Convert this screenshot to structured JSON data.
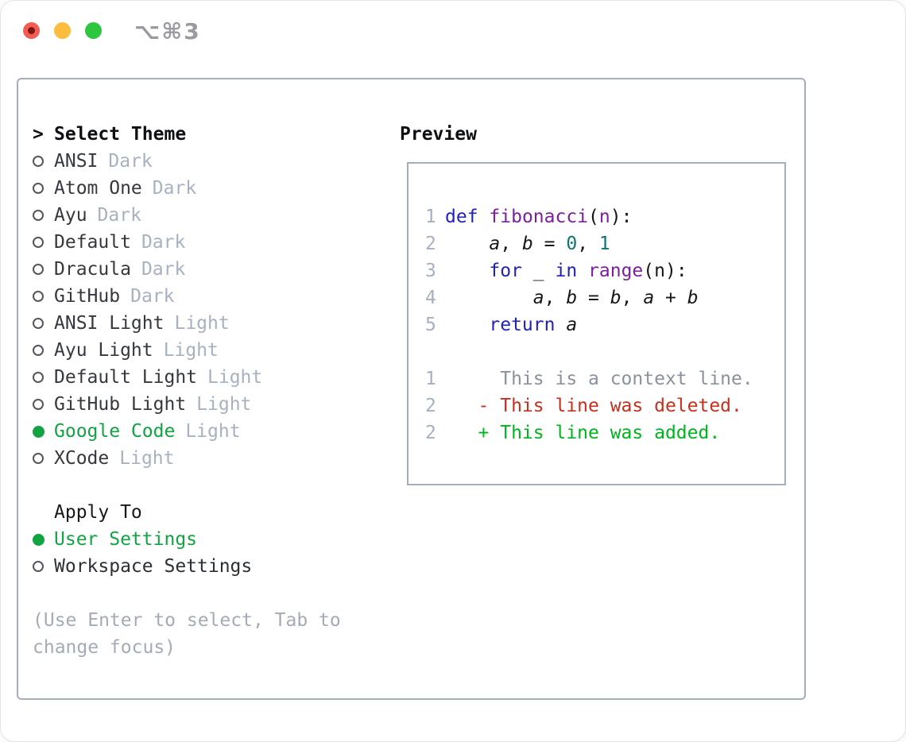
{
  "window": {
    "shortcut_label": "⌥⌘3",
    "traffic_lights": [
      "close",
      "minimize",
      "zoom"
    ]
  },
  "theme_picker": {
    "title": "Select Theme",
    "title_prefix": ">",
    "items": [
      {
        "label": "ANSI",
        "variant": "Dark",
        "selected": false
      },
      {
        "label": "Atom One",
        "variant": "Dark",
        "selected": false
      },
      {
        "label": "Ayu",
        "variant": "Dark",
        "selected": false
      },
      {
        "label": "Default",
        "variant": "Dark",
        "selected": false
      },
      {
        "label": "Dracula",
        "variant": "Dark",
        "selected": false
      },
      {
        "label": "GitHub",
        "variant": "Dark",
        "selected": false
      },
      {
        "label": "ANSI Light",
        "variant": "Light",
        "selected": false
      },
      {
        "label": "Ayu Light",
        "variant": "Light",
        "selected": false
      },
      {
        "label": "Default Light",
        "variant": "Light",
        "selected": false
      },
      {
        "label": "GitHub Light",
        "variant": "Light",
        "selected": false
      },
      {
        "label": "Google Code",
        "variant": "Light",
        "selected": true
      },
      {
        "label": "XCode",
        "variant": "Light",
        "selected": false
      }
    ],
    "apply_to": {
      "title": "Apply To",
      "options": [
        {
          "label": "User Settings",
          "selected": true
        },
        {
          "label": "Workspace Settings",
          "selected": false
        }
      ]
    },
    "hint": "(Use Enter to select, Tab to change focus)"
  },
  "preview": {
    "title": "Preview",
    "lines": [
      {
        "num": "1",
        "tokens": [
          {
            "t": "def",
            "c": "kw"
          },
          {
            "t": " ",
            "c": "plain"
          },
          {
            "t": "fibonacci",
            "c": "fn"
          },
          {
            "t": "(",
            "c": "plain"
          },
          {
            "t": "n",
            "c": "fn"
          },
          {
            "t": "):",
            "c": "plain"
          }
        ]
      },
      {
        "num": "2",
        "tokens": [
          {
            "t": "    ",
            "c": "plain"
          },
          {
            "t": "a",
            "c": "var"
          },
          {
            "t": ", ",
            "c": "plain"
          },
          {
            "t": "b",
            "c": "var"
          },
          {
            "t": " = ",
            "c": "plain"
          },
          {
            "t": "0",
            "c": "lit"
          },
          {
            "t": ", ",
            "c": "plain"
          },
          {
            "t": "1",
            "c": "lit"
          }
        ]
      },
      {
        "num": "3",
        "tokens": [
          {
            "t": "    ",
            "c": "plain"
          },
          {
            "t": "for",
            "c": "kw"
          },
          {
            "t": " _ ",
            "c": "plain"
          },
          {
            "t": "in",
            "c": "kw"
          },
          {
            "t": " ",
            "c": "plain"
          },
          {
            "t": "range",
            "c": "fn"
          },
          {
            "t": "(n):",
            "c": "plain"
          }
        ]
      },
      {
        "num": "4",
        "tokens": [
          {
            "t": "        ",
            "c": "plain"
          },
          {
            "t": "a",
            "c": "var"
          },
          {
            "t": ", ",
            "c": "plain"
          },
          {
            "t": "b",
            "c": "var"
          },
          {
            "t": " = ",
            "c": "plain"
          },
          {
            "t": "b",
            "c": "var"
          },
          {
            "t": ", ",
            "c": "plain"
          },
          {
            "t": "a",
            "c": "var"
          },
          {
            "t": " + ",
            "c": "plain"
          },
          {
            "t": "b",
            "c": "var"
          }
        ]
      },
      {
        "num": "5",
        "tokens": [
          {
            "t": "    ",
            "c": "plain"
          },
          {
            "t": "return",
            "c": "kw"
          },
          {
            "t": " ",
            "c": "plain"
          },
          {
            "t": "a",
            "c": "var"
          }
        ]
      },
      {
        "num": "",
        "tokens": []
      },
      {
        "num": "1",
        "tokens": [
          {
            "t": "     This is a context line.",
            "c": "ctx"
          }
        ]
      },
      {
        "num": "2",
        "tokens": [
          {
            "t": "   - This line was deleted.",
            "c": "del"
          }
        ]
      },
      {
        "num": "2",
        "tokens": [
          {
            "t": "   + This line was added.",
            "c": "add"
          }
        ]
      }
    ]
  },
  "colors": {
    "selected_green": "#12a342",
    "diff_added_green": "#00b41e",
    "diff_deleted_red": "#c6301c",
    "diff_context_gray": "#8b929c",
    "keyword_blue": "#2222bb",
    "function_purple": "#7c1f9e",
    "literal_teal": "#0e7475",
    "line_number_gray": "#a6b0c0",
    "variant_gray": "#a8b1bf",
    "hint_gray": "#a4abb6",
    "panel_border": "#a6aeba",
    "traffic_red": "#f25c54",
    "traffic_yellow": "#fcbd3f",
    "traffic_green": "#2cc63f"
  }
}
